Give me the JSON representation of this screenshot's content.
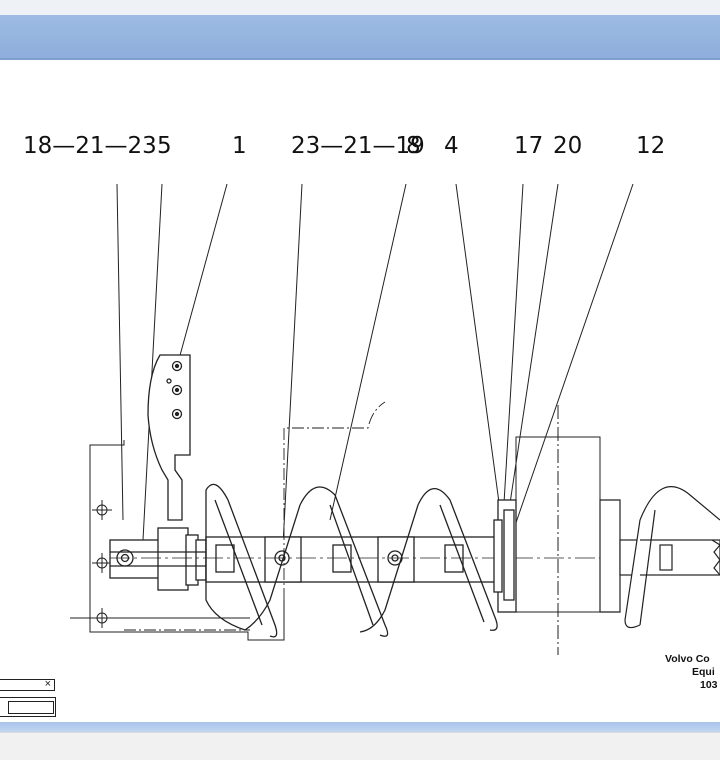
{
  "callouts": [
    {
      "label": "18—21—23"
    },
    {
      "label": "5"
    },
    {
      "label": "1"
    },
    {
      "label": "23—21—19"
    },
    {
      "label": "8"
    },
    {
      "label": "4"
    },
    {
      "label": "17"
    },
    {
      "label": "20"
    },
    {
      "label": "12"
    }
  ],
  "caption": {
    "line1": "Volvo Co",
    "line2": "Equi",
    "line3": "103"
  },
  "mini_dialog": {
    "close_glyph": "×"
  }
}
